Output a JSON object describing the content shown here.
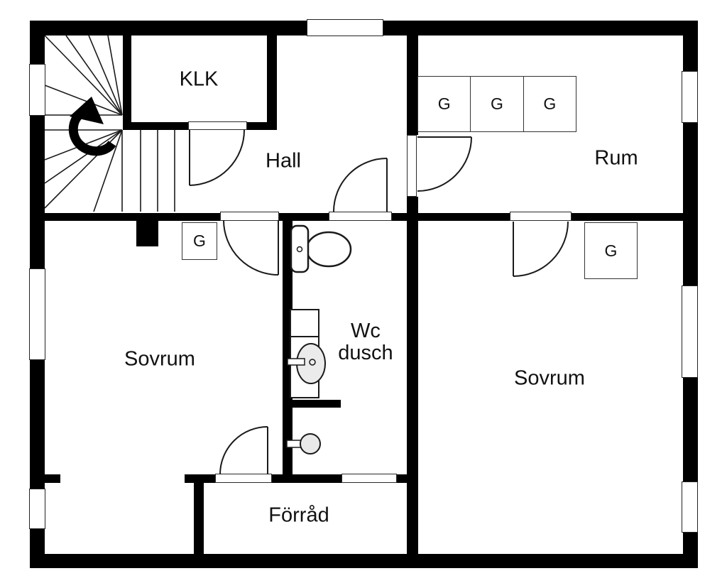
{
  "floorplan": {
    "rooms": {
      "klk": {
        "label": "KLK"
      },
      "hall": {
        "label": "Hall"
      },
      "rum": {
        "label": "Rum"
      },
      "sovrum_left": {
        "label": "Sovrum"
      },
      "wc": {
        "line1": "Wc",
        "line2": "dusch"
      },
      "sovrum_right": {
        "label": "Sovrum"
      },
      "forrad": {
        "label": "Förråd"
      }
    },
    "wardrobes": {
      "rum": [
        "G",
        "G",
        "G"
      ],
      "sovrum_left": "G",
      "sovrum_right": "G"
    },
    "symbols": [
      "stairs-up-arrow",
      "toilet",
      "sink-vanity",
      "shower-mixer"
    ],
    "colors": {
      "wall": "#000000",
      "line": "#1a1a1a",
      "fixture_fill": "#ebebeb",
      "background": "#ffffff"
    }
  }
}
